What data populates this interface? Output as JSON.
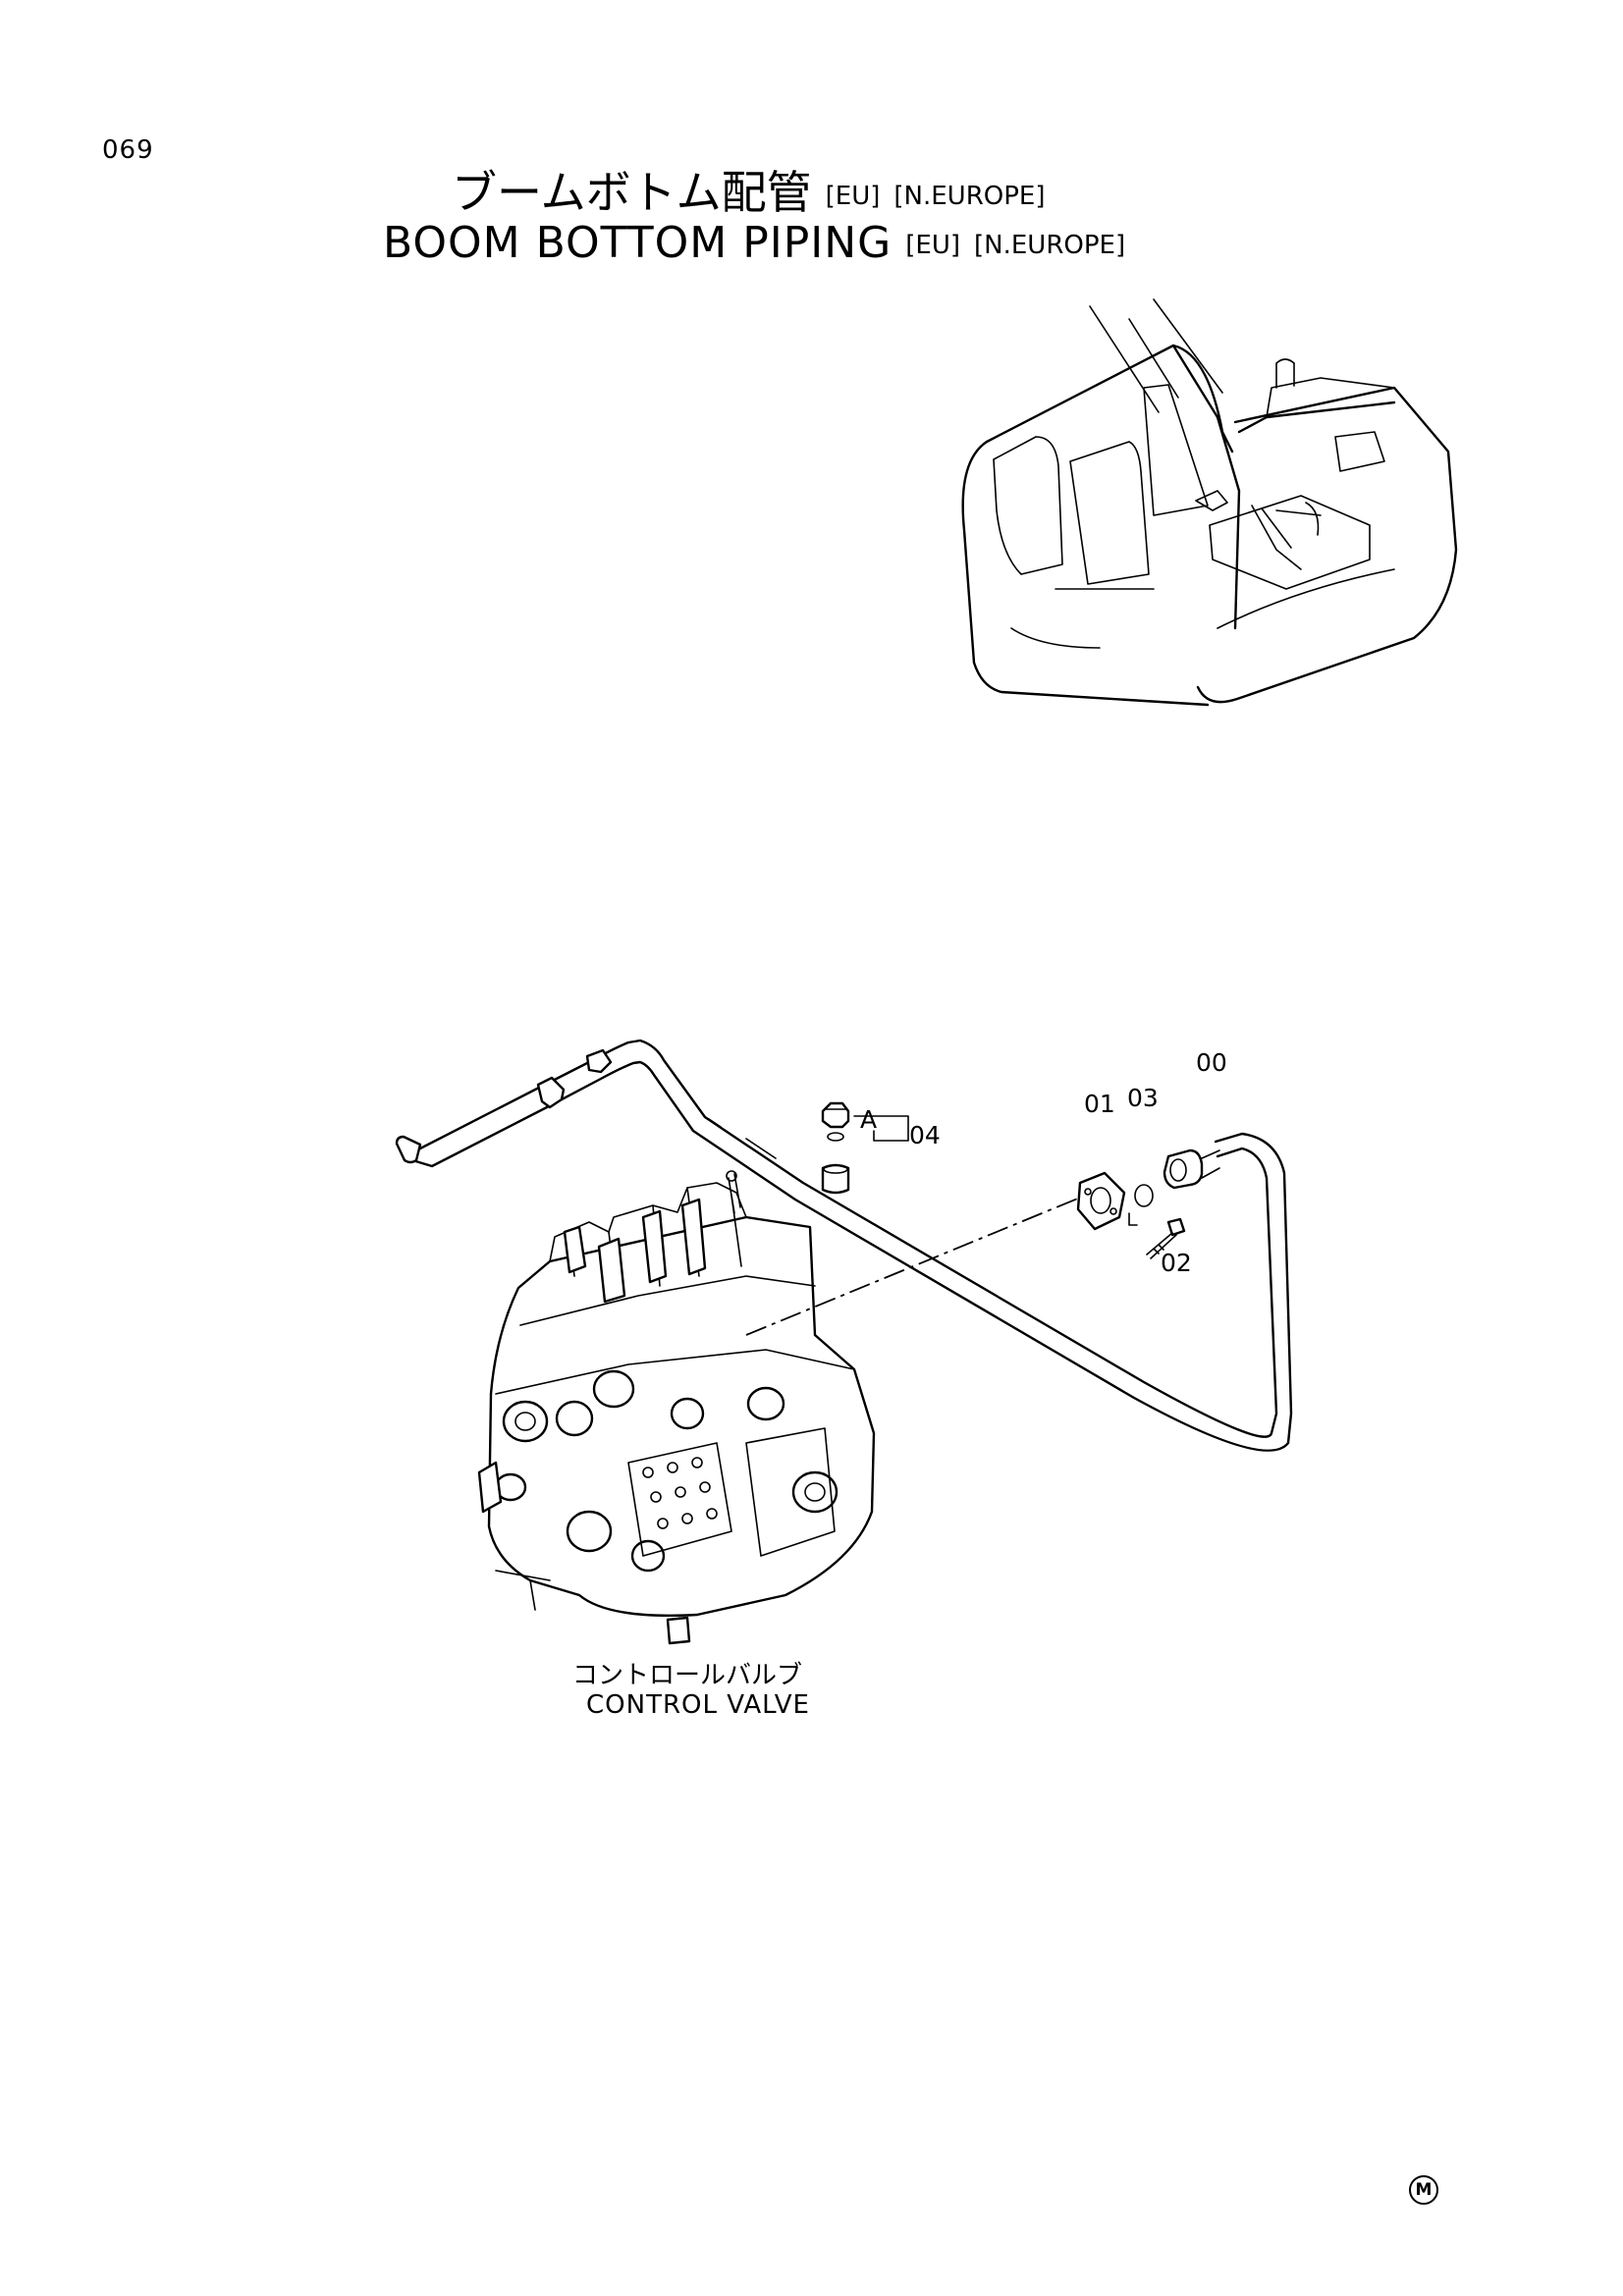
{
  "page_number": "069",
  "title": {
    "jp": "ブームボトム配管",
    "en": "BOOM BOTTOM PIPING",
    "tag_1": "[EU]",
    "tag_2": "[N.EUROPE]"
  },
  "callouts": {
    "c00": "00",
    "c01": "01",
    "c02": "02",
    "c03": "03",
    "c04": "04",
    "detail_a": "A"
  },
  "control_valve": {
    "jp": "コントロールバルブ",
    "en": "CONTROL VALVE"
  },
  "maker_mark": "M",
  "icons": [
    "excavator-location-icon",
    "control-valve-icon",
    "pipe-assembly-icon"
  ]
}
